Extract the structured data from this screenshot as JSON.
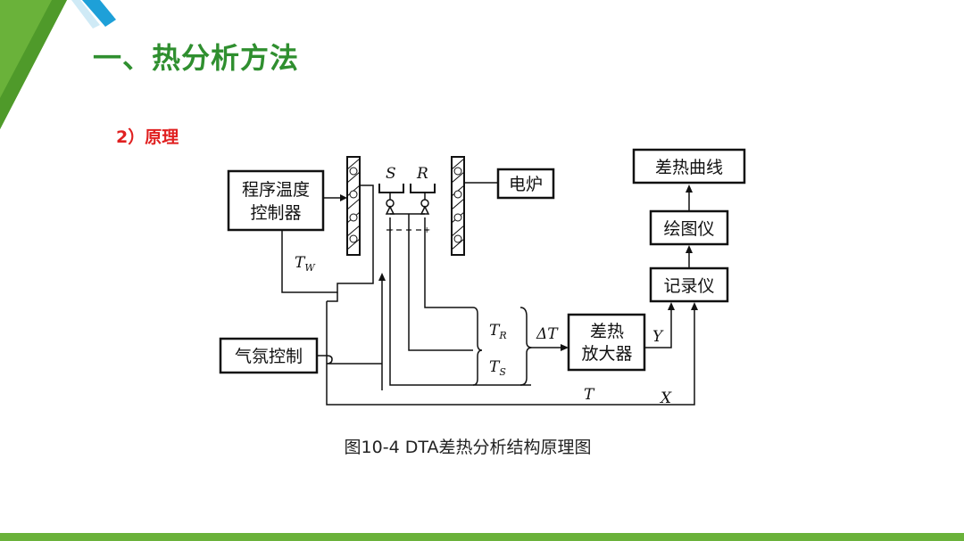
{
  "slide": {
    "title": "一、热分析方法",
    "section": "2）原理"
  },
  "diagram": {
    "program_controller": [
      "程序温度",
      "控制器"
    ],
    "furnace": "电炉",
    "atmosphere_control": "气氛控制",
    "diff_amplifier": [
      "差热",
      "放大器"
    ],
    "recorder": "记录仪",
    "plotter": "绘图仪",
    "dta_curve": "差热曲线",
    "label_s": "S",
    "label_r": "R",
    "label_tw": "T",
    "label_tw_sub": "W",
    "label_tr": "T",
    "label_tr_sub": "R",
    "label_ts": "T",
    "label_ts_sub": "S",
    "label_delta_t": "ΔT",
    "label_y": "Y",
    "label_t": "T",
    "label_x": "X",
    "caption": "图10-4 DTA差热分析结构原理图"
  },
  "colors": {
    "title_green": "#2f8f2f",
    "section_red": "#e02020",
    "accent_green": "#6ab23a",
    "accent_blue": "#1ea0d8"
  }
}
